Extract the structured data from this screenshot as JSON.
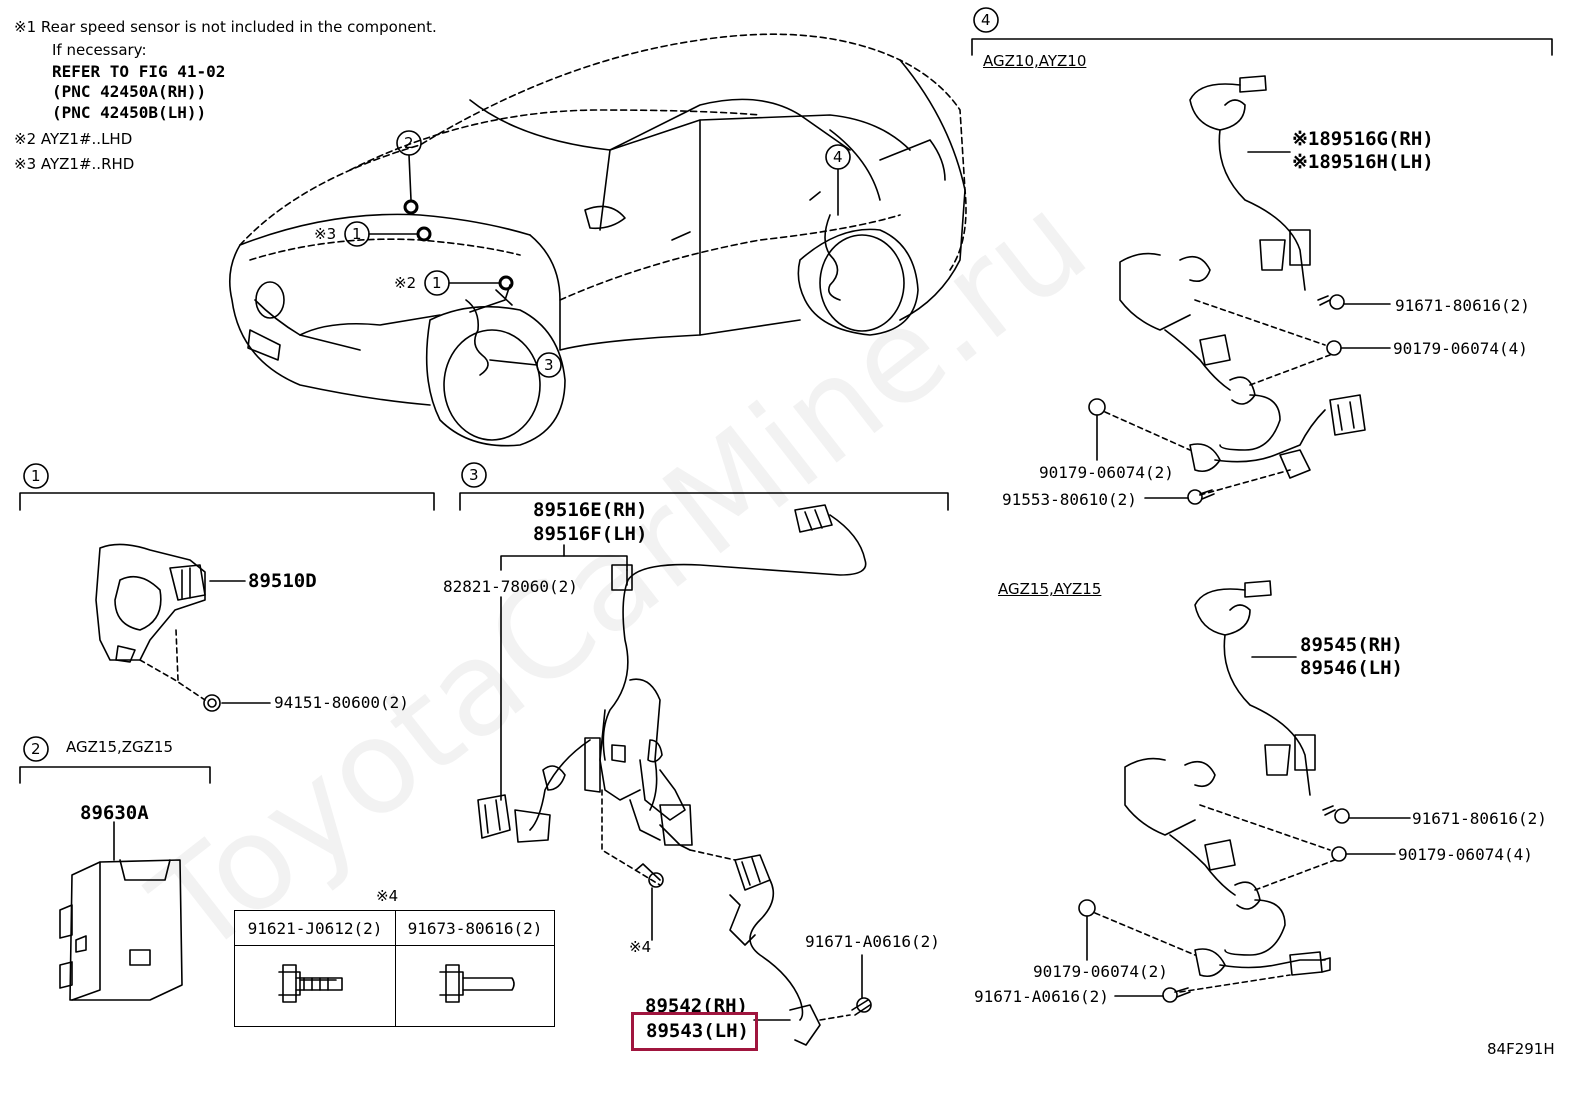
{
  "notes": {
    "n1": "※1 Rear speed sensor is not included in the component.",
    "n1b": "If necessary:",
    "refer": "REFER TO FIG 41-02",
    "pnc_rh": "(PNC 42450A(RH))",
    "pnc_lh": "(PNC 42450B(LH))",
    "n2": "※2 AYZ1#..LHD",
    "n3": "※3 AYZ1#..RHD"
  },
  "car_callouts": {
    "c2": "2",
    "c4": "4",
    "c3_mark": "※3",
    "c1a": "1",
    "c2_mark": "※2",
    "c1b": "1",
    "c3": "3"
  },
  "section1": {
    "num": "1",
    "part_main": "89510D",
    "part_clip": "94151-80600(2)"
  },
  "section2": {
    "num": "2",
    "model": "AGZ15,ZGZ15",
    "part_main": "89630A"
  },
  "section3": {
    "num": "3",
    "part_rh": "89516E(RH)",
    "part_lh": "89516F(LH)",
    "clamp": "82821-78060(2)",
    "star4": "※4",
    "bolt": "91671-A0616(2)",
    "sensor_rh": "89542(RH)",
    "sensor_lh": "89543(LH)",
    "table_header": "※4",
    "table_cells": [
      "91621-J0612(2)",
      "91673-80616(2)"
    ]
  },
  "section4": {
    "num": "4",
    "model_a": "AGZ10,AYZ10",
    "a_rh": "※189516G(RH)",
    "a_lh": "※189516H(LH)",
    "a_bolt1": "91671-80616(2)",
    "a_nut1": "90179-06074(4)",
    "a_nut2": "90179-06074(2)",
    "a_bolt2": "91553-80610(2)",
    "model_b": "AGZ15,AYZ15",
    "b_rh": "89545(RH)",
    "b_lh": "89546(LH)",
    "b_bolt1": "91671-80616(2)",
    "b_nut1": "90179-06074(4)",
    "b_nut2": "90179-06074(2)",
    "b_bolt2": "91671-A0616(2)"
  },
  "footer_code": "84F291H",
  "highlight_color": "#a0153e"
}
